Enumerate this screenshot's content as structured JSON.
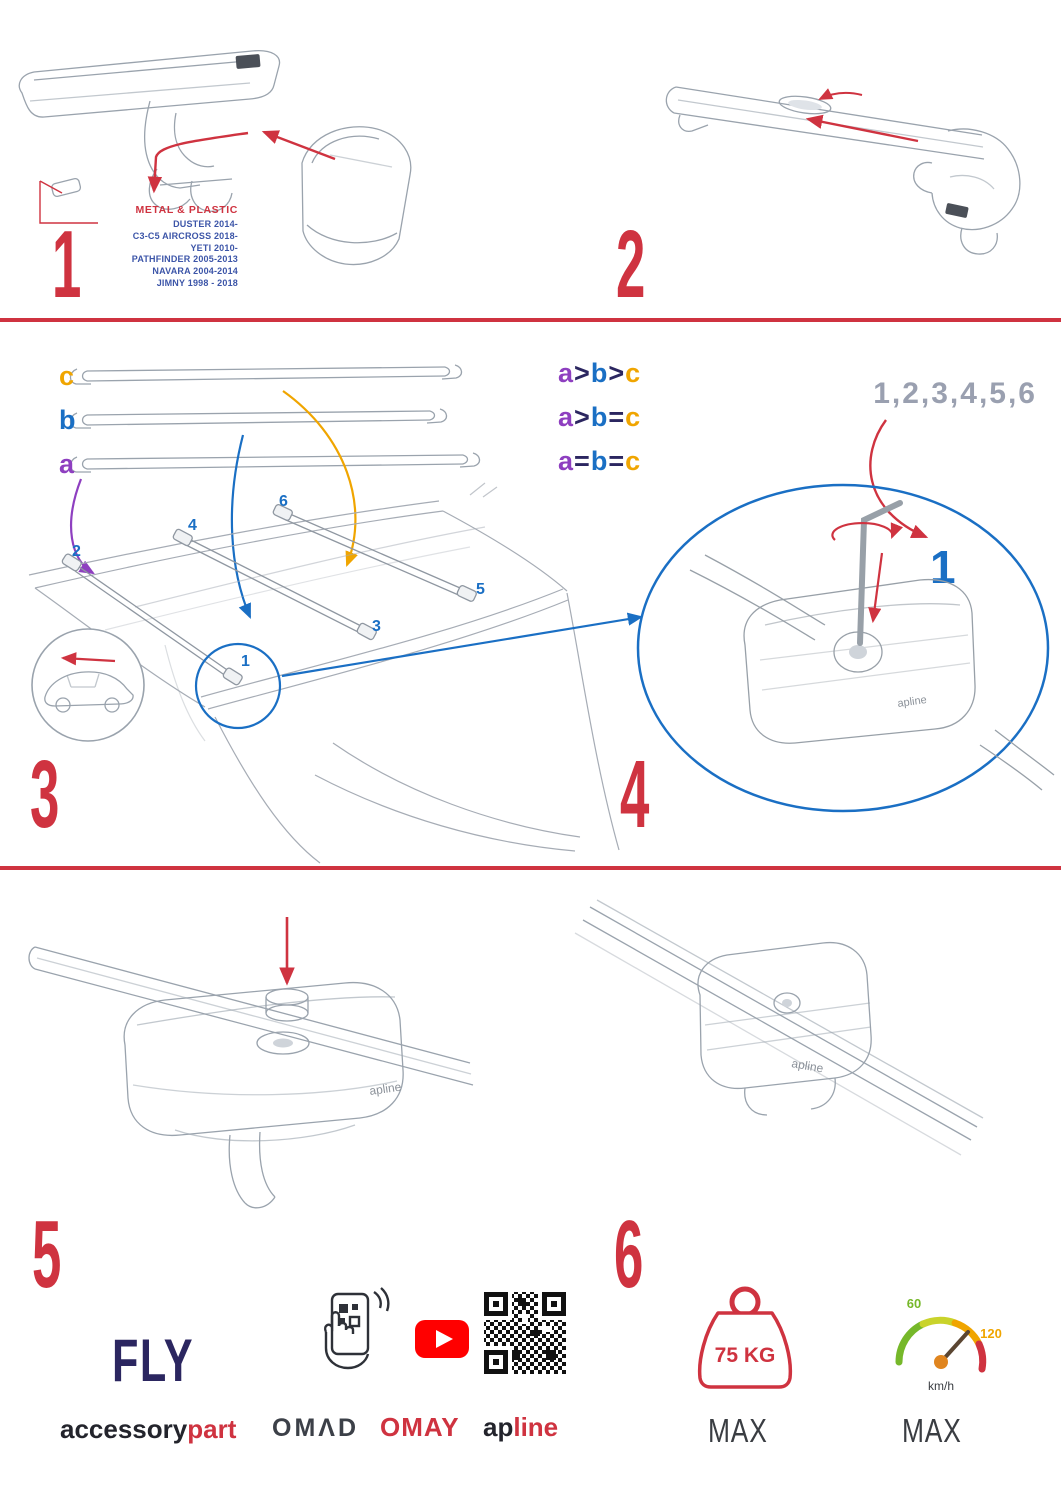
{
  "colors": {
    "red": "#cf3340",
    "navy": "#2b2660",
    "blue": "#1a6fc4",
    "purple": "#8e3fc0",
    "orange": "#f0a500",
    "green": "#76b82a",
    "gray_sequence": "#9aa0b0",
    "drawing_gray": "#9aa3ad",
    "youtube_red": "#ff0000",
    "dark_text": "#3a3d42"
  },
  "step1": {
    "number": "1",
    "material_label": "METAL & PLASTIC",
    "models": [
      "DUSTER 2014-",
      "C3-C5 AIRCROSS 2018-",
      "YETI 2010-",
      "PATHFINDER 2005-2013",
      "NAVARA 2004-2014",
      "JIMNY 1998 - 2018"
    ]
  },
  "step2": {
    "number": "2"
  },
  "step3": {
    "number": "3",
    "bar_labels": [
      "c",
      "b",
      "a"
    ],
    "formulas": [
      [
        "a",
        ">",
        "b",
        ">",
        "c"
      ],
      [
        "a",
        ">",
        "b",
        "=",
        "c"
      ],
      [
        "a",
        "=",
        "b",
        "=",
        "c"
      ]
    ],
    "positions": [
      "1",
      "2",
      "3",
      "4",
      "5",
      "6"
    ]
  },
  "step4": {
    "number": "4",
    "tighten_order": "1,2,3,4,5,6",
    "first_position": "1",
    "brand": "apline"
  },
  "step5": {
    "number": "5",
    "brand": "apline"
  },
  "step6": {
    "number": "6",
    "brand": "apline"
  },
  "footer": {
    "fly": "FLY",
    "accessory": "accessory",
    "part": "part",
    "omad": "OMΛD",
    "omay": "OMAY",
    "apline_ap": "ap",
    "apline_line": "line",
    "weight_value": "75 KG",
    "weight_max": "MAX",
    "speed_low": "60",
    "speed_high": "120",
    "speed_unit": "km/h",
    "speed_max": "MAX"
  },
  "icons": {
    "youtube-icon": "play-button",
    "qr-code-icon": "qr-code",
    "phone-scan-icon": "hand-holding-phone",
    "weight-icon": "kettlebell-weight",
    "speedometer-icon": "gauge"
  }
}
